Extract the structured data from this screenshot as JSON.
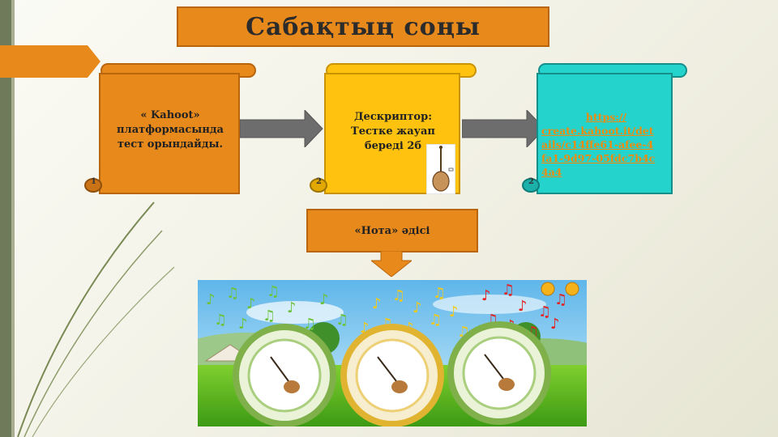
{
  "title": "Сабақтың  соңы",
  "box1": {
    "text_lines": [
      "« Kahoot»",
      "платформасында",
      "тест орындайды."
    ],
    "curl_number": "1"
  },
  "box2": {
    "text_lines": [
      "Дескриптор:",
      "Тестке жауап",
      "береді 2б"
    ],
    "curl_number": "2"
  },
  "box3": {
    "link_lines": [
      "https://",
      "create.kahoot.it/det",
      "ails/c14ffe61-afee-4",
      "fa1-9d97-05fdc7b4c",
      "4a4"
    ],
    "curl_number": "2"
  },
  "nota": {
    "label": "«Нота» әдісі"
  },
  "colors": {
    "orange": "#e8891c",
    "yellow": "#ffc20e",
    "teal": "#24d3cc",
    "arrow": "#6d6d6d"
  }
}
